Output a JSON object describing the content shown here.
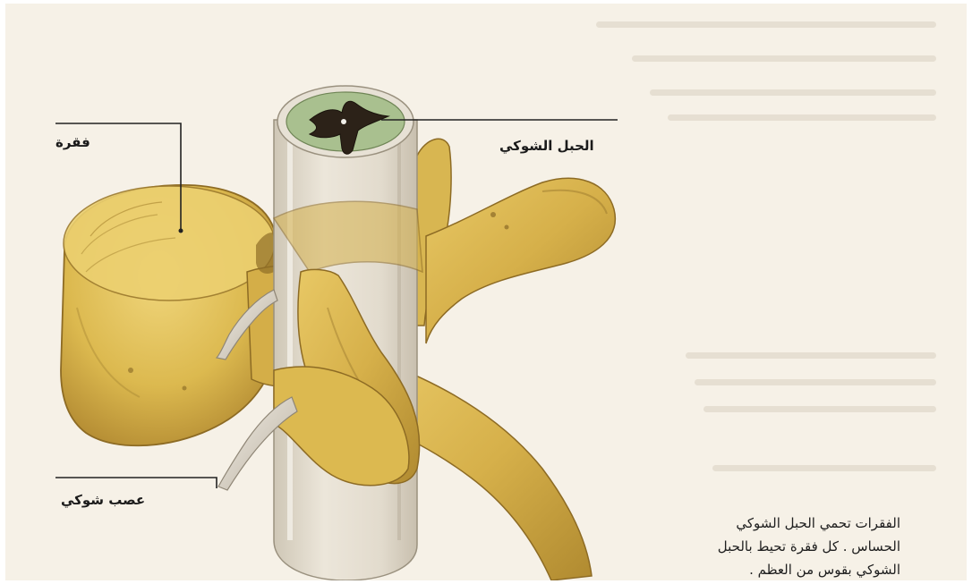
{
  "labels": {
    "vertebra": "فقرة",
    "spinal_cord": "الحبل الشوكي",
    "spinal_nerve": "عصب شوكي"
  },
  "caption": {
    "line1": "الفقرات تحمي الحبل الشوكي",
    "line2": "الحساس . كل فقرة تحيط بالحبل",
    "line3": "الشوكي بقوس من العظم ."
  },
  "colors": {
    "paper": "#f6f1e7",
    "bone": "#e3c25a",
    "bone_shadow": "#a47f2c",
    "cord_sheath": "#ddd6c8",
    "grey_matter": "#a9c08f",
    "leader_line": "#222222"
  }
}
